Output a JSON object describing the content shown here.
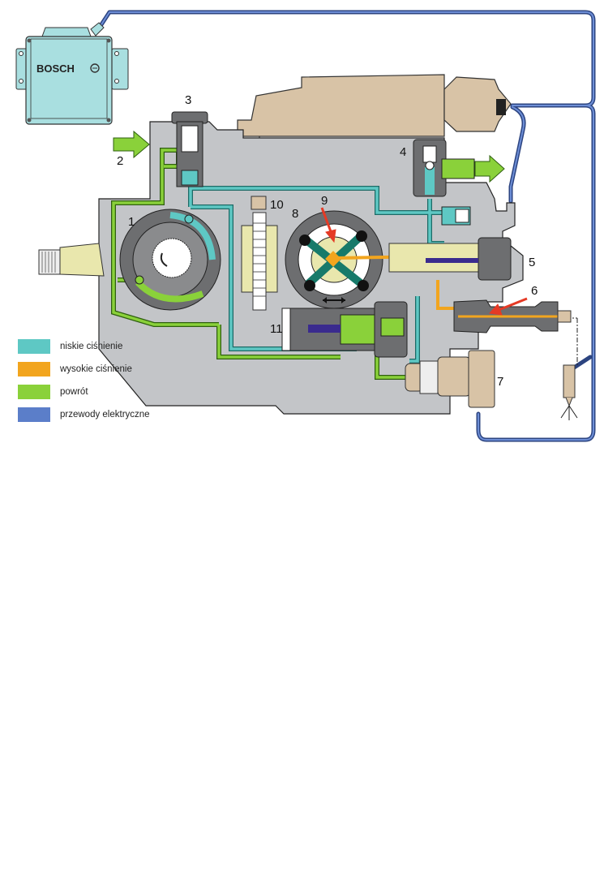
{
  "ecu": {
    "brand": "BOSCH"
  },
  "callouts": [
    "1",
    "2",
    "3",
    "4",
    "5",
    "6",
    "7",
    "8",
    "9",
    "10",
    "11"
  ],
  "legend": [
    {
      "label": "niskie ciśnienie",
      "color": "#5ec8c4"
    },
    {
      "label": "wysokie ciśnienie",
      "color": "#f2a51e"
    },
    {
      "label": "powrót",
      "color": "#8ad13a"
    },
    {
      "label": "przewody elektryczne",
      "color": "#5b7ec9"
    }
  ],
  "colors": {
    "housing": "#c3c5c8",
    "engine": "#d8c3a6",
    "ecu": "#a9dfe0",
    "shaft": "#e9e7ad",
    "dark_part": "#6d6e70",
    "wire": "#3f5fa8",
    "arrow_red": "#e53a25"
  }
}
